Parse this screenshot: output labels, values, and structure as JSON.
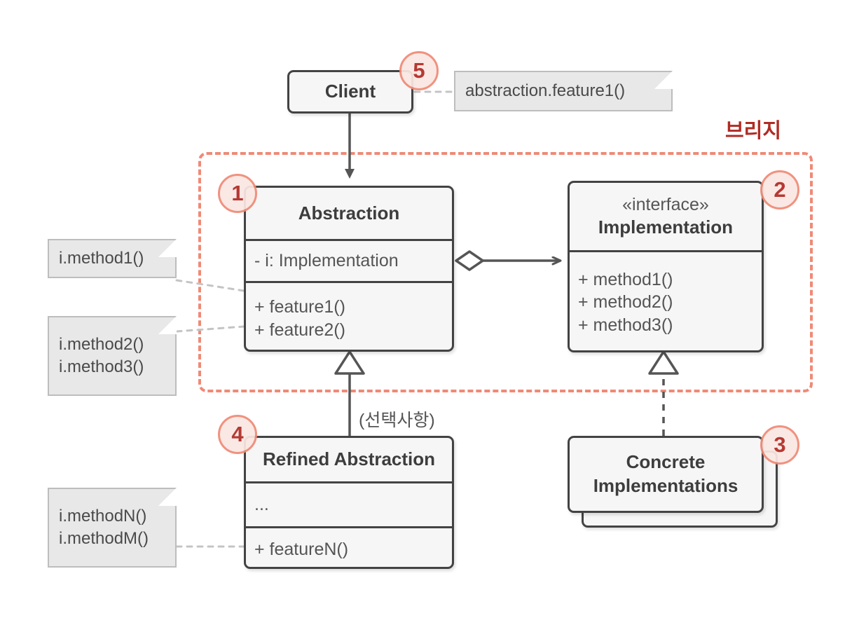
{
  "diagram": {
    "title": "Bridge pattern UML class diagram",
    "background": "#ffffff",
    "accent_color": "#ef8a76",
    "badge_text_color": "#b02b24",
    "box_border_color": "#434343",
    "box_fill_color": "#f6f6f6",
    "note_fill_color": "#e8e8e8"
  },
  "bridge_region": {
    "label": "브리지"
  },
  "classes": {
    "client": {
      "name": "Client",
      "badge": "5"
    },
    "abstraction": {
      "name": "Abstraction",
      "badge": "1",
      "fields": [
        "- i: Implementation"
      ],
      "methods": [
        "+ feature1()",
        "+ feature2()"
      ]
    },
    "implementation": {
      "stereotype": "«interface»",
      "name": "Implementation",
      "badge": "2",
      "methods": [
        "+ method1()",
        "+ method2()",
        "+ method3()"
      ]
    },
    "refined_abstraction": {
      "name": "Refined Abstraction",
      "badge": "4",
      "fields": [
        "..."
      ],
      "methods": [
        "+ featureN()"
      ]
    },
    "concrete_implementations": {
      "name_line1": "Concrete",
      "name_line2": "Implementations",
      "badge": "3"
    }
  },
  "notes": {
    "client_call": "abstraction.feature1()",
    "feature1_body": "i.method1()",
    "feature2_body_line1": "i.method2()",
    "feature2_body_line2": "i.method3()",
    "featureN_body_line1": "i.methodN()",
    "featureN_body_line2": "i.methodM()"
  },
  "edge_labels": {
    "optional_inheritance": "(선택사항)"
  }
}
